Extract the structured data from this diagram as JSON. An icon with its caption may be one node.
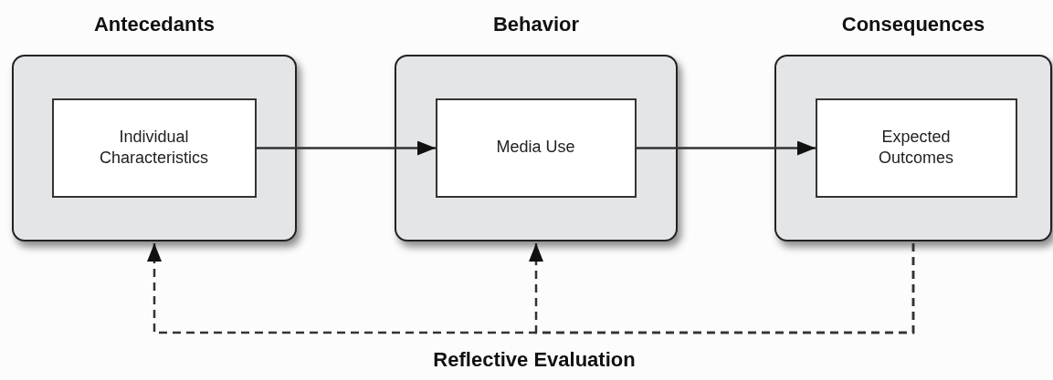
{
  "diagram": {
    "nodes": [
      {
        "text": [
          "Antecedants"
        ]
      },
      {
        "text": [
          "Individual Characteristics"
        ],
        "in": 0
      },
      {
        "text": [
          "Behavior"
        ]
      },
      {
        "text": [
          "Media Use"
        ],
        "in": 2
      },
      {
        "text": [
          "Consequences"
        ]
      },
      {
        "text": [
          "Expected Outcomes"
        ],
        "in": 4
      }
    ],
    "edges": [
      {
        "from": 1,
        "to": 3,
        "arrow": "to"
      },
      {
        "from": 3,
        "to": 5,
        "arrow": "to"
      },
      {
        "from": 4,
        "to": 0,
        "arrow": "to",
        "style": "dashed"
      },
      {
        "from": 4,
        "to": 2,
        "arrow": "to",
        "style": "dashed"
      }
    ],
    "labels": [
      "Reflective Evaluation"
    ]
  }
}
